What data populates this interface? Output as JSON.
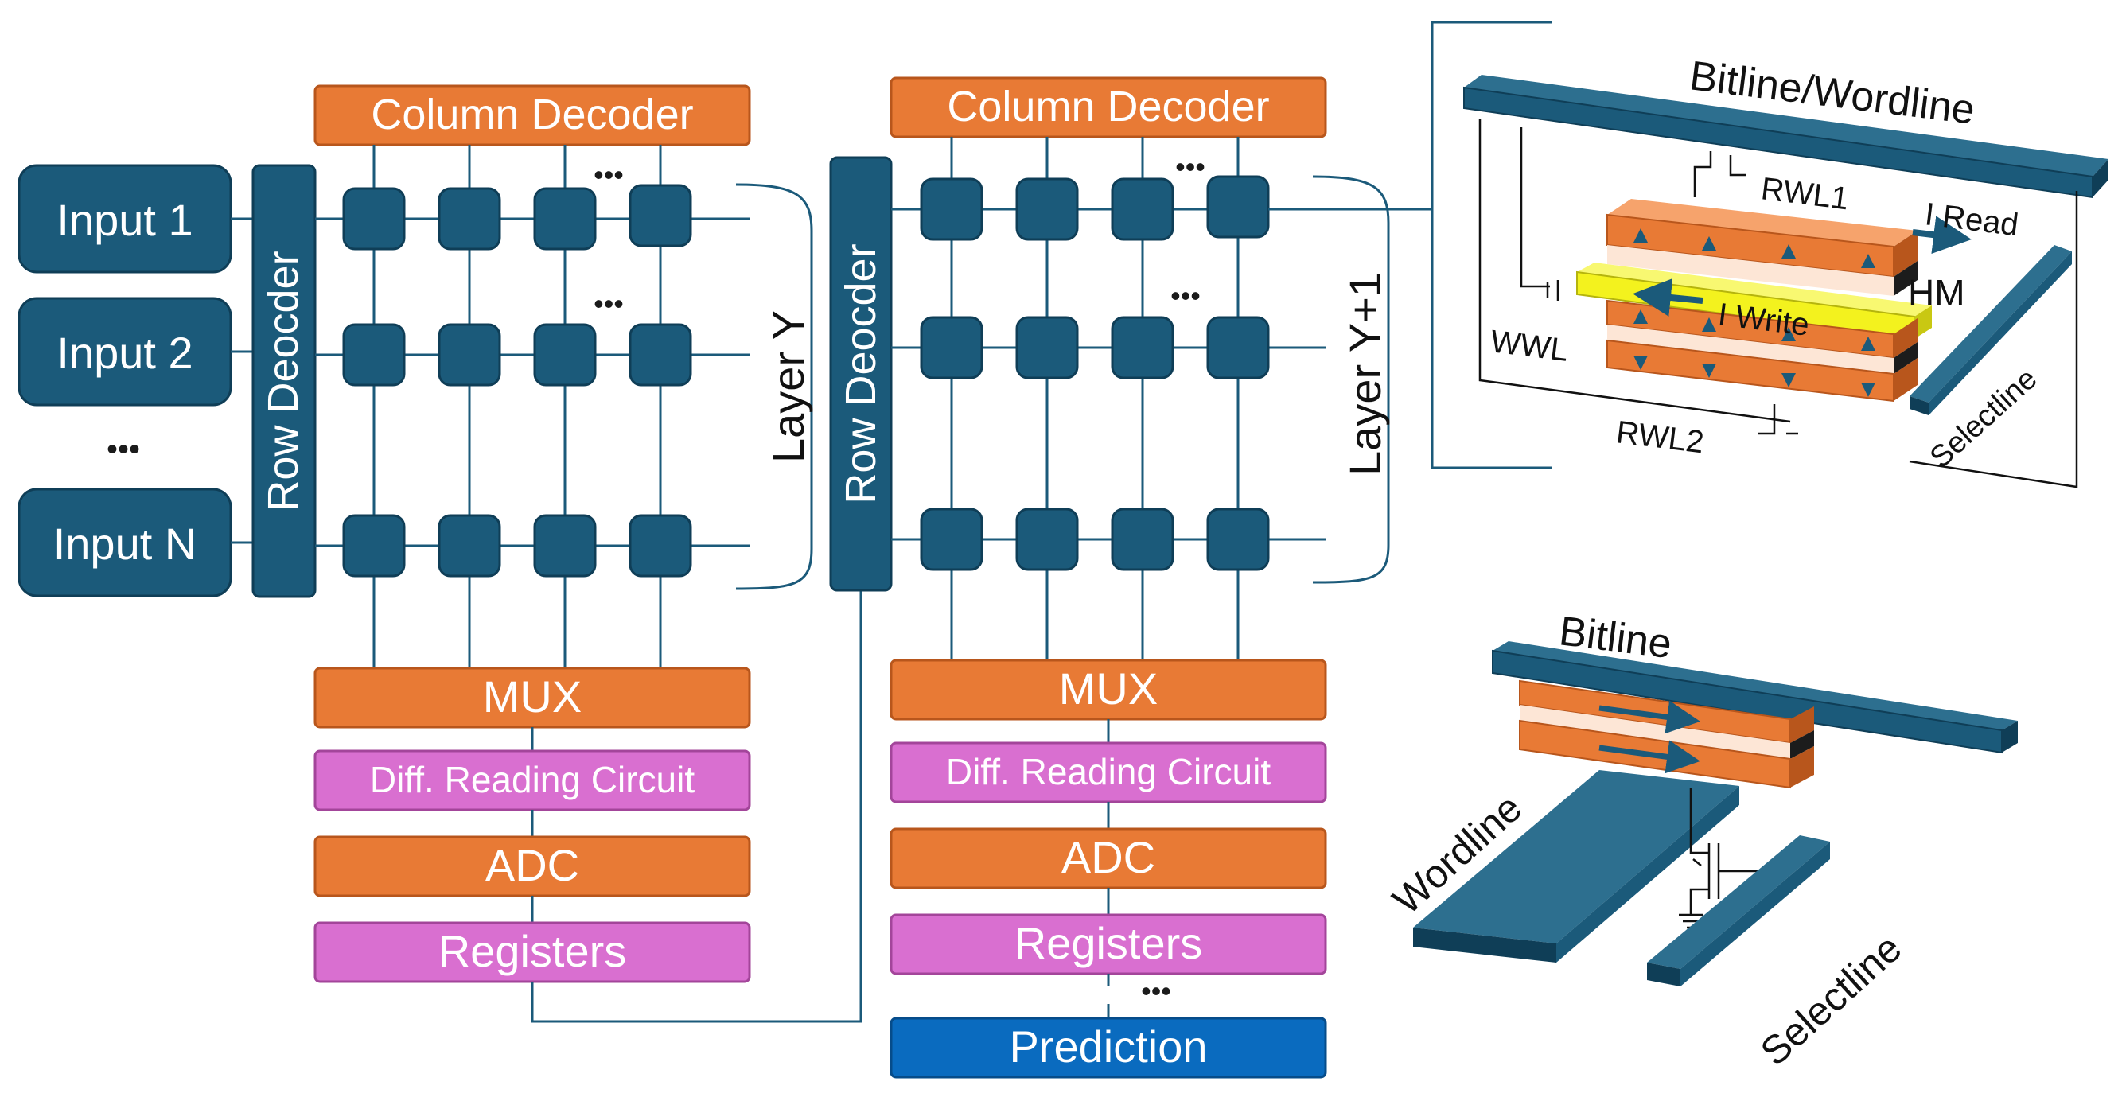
{
  "colors": {
    "navy": "#1b5a7a",
    "navy_dark": "#0f3e57",
    "orange": "#e87a35",
    "orange_dark": "#b8561c",
    "pink": "#d96fd0",
    "blue": "#0a6bbf",
    "yellow": "#f3f21e",
    "line": "#1b5a7a"
  },
  "inputs": [
    "Input 1",
    "Input 2",
    "•••",
    "Input N"
  ],
  "left_array": {
    "row_decoder": "Row Deocder",
    "column_decoder": "Column Decoder",
    "layer_label": "Layer Y",
    "mux": "MUX",
    "diff": "Diff. Reading Circuit",
    "adc": "ADC",
    "registers": "Registers"
  },
  "right_array": {
    "row_decoder": "Row Deocder",
    "column_decoder": "Column Decoder",
    "layer_label": "Layer Y+1",
    "mux": "MUX",
    "diff": "Diff. Reading Circuit",
    "adc": "ADC",
    "registers": "Registers",
    "more": "•••",
    "prediction": "Prediction"
  },
  "ellipsis": "•••",
  "cell_detail": {
    "bitline_wordline": "Bitline/Wordline",
    "rwl1": "RWL1",
    "rwl2": "RWL2",
    "wwl": "WWL",
    "i_read": "I Read",
    "i_write": "I Write",
    "hm": "HM",
    "selectline": "Selectline"
  },
  "bottom_cell": {
    "bitline": "Bitline",
    "wordline": "Wordline",
    "selectline": "Selectline"
  }
}
